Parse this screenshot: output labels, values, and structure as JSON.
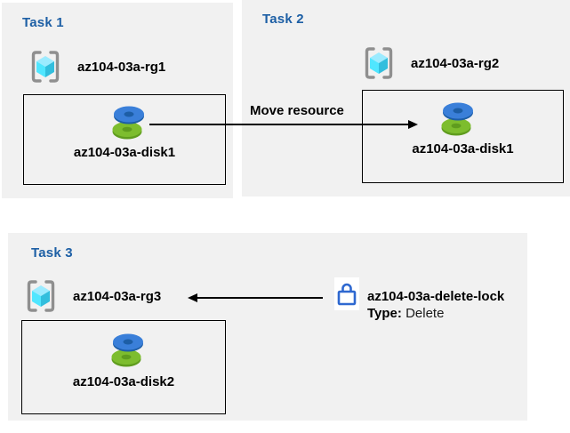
{
  "colors": {
    "panel_bg": "#f1f1f1",
    "title_blue": "#1d5fa5",
    "text_black": "#000000",
    "arrow_black": "#000000",
    "lock_blue": "#2e68d0",
    "disk_blue": "#3a7fd9",
    "disk_blue_dark": "#1d5ea6",
    "disk_green": "#7dbd2e",
    "disk_green_dark": "#5f9c1e",
    "cube_top": "#9cebff",
    "cube_left": "#50e6ff",
    "cube_right": "#32bedd",
    "bracket_gray": "#8f8f8f"
  },
  "tasks": [
    {
      "title": "Task 1",
      "resource_group": "az104-03a-rg1",
      "disk": "az104-03a-disk1"
    },
    {
      "title": "Task 2",
      "resource_group": "az104-03a-rg2",
      "disk": "az104-03a-disk1"
    },
    {
      "title": "Task 3",
      "resource_group": "az104-03a-rg3",
      "disk": "az104-03a-disk2"
    }
  ],
  "move_arrow": {
    "label": "Move resource"
  },
  "lock": {
    "name": "az104-03a-delete-lock",
    "type_label": "Type:",
    "type_value": "Delete"
  },
  "icons": {
    "resource_group": "resource-group-icon",
    "disk": "disk-icon",
    "lock": "lock-icon"
  }
}
